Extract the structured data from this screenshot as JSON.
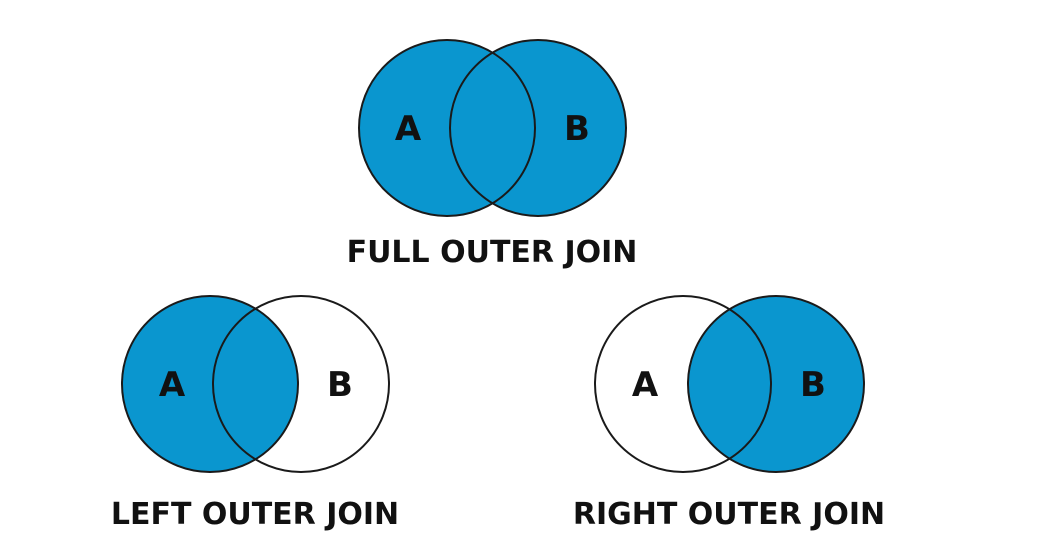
{
  "colors": {
    "fill": "#0a96cf",
    "empty": "#ffffff",
    "stroke": "#1a1a1a",
    "text": "#111111"
  },
  "diagrams": [
    {
      "id": "full",
      "label": "FULL OUTER JOIN",
      "left_set": "A",
      "right_set": "B",
      "left_filled": true,
      "right_filled": true
    },
    {
      "id": "left",
      "label": "LEFT OUTER JOIN",
      "left_set": "A",
      "right_set": "B",
      "left_filled": true,
      "right_filled": false
    },
    {
      "id": "right",
      "label": "RIGHT OUTER JOIN",
      "left_set": "A",
      "right_set": "B",
      "left_filled": false,
      "right_filled": true
    }
  ]
}
